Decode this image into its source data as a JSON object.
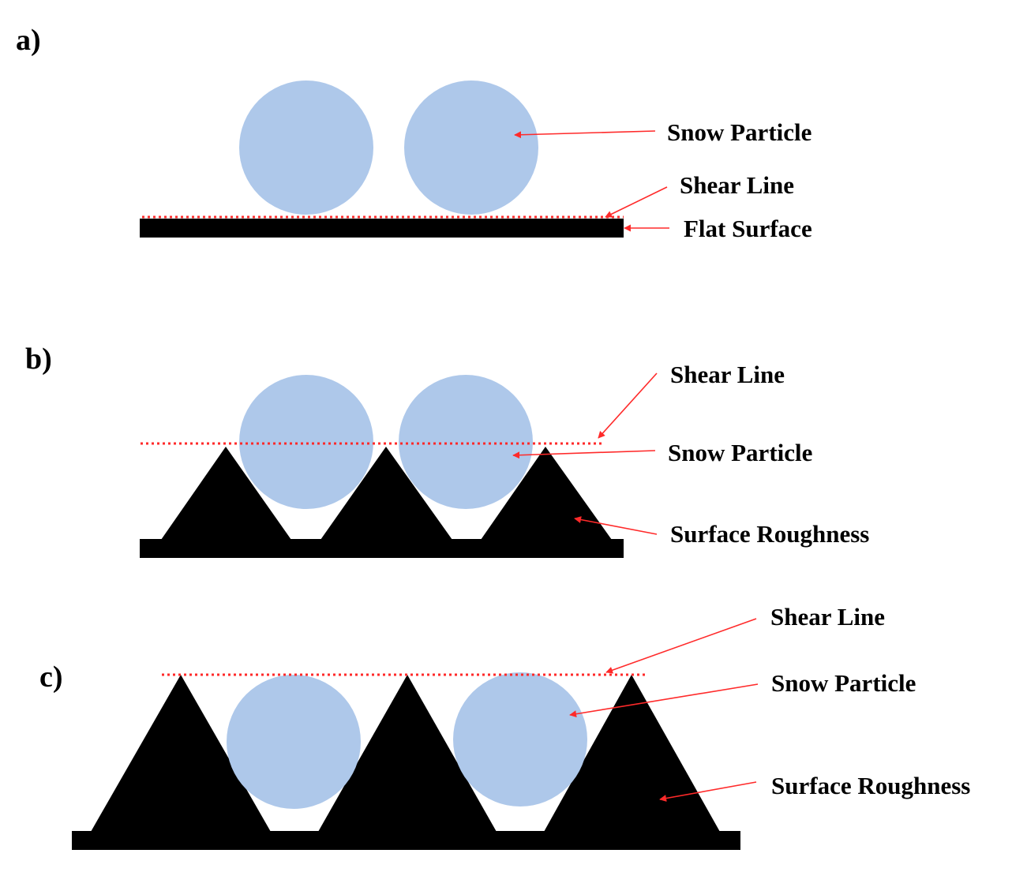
{
  "colors": {
    "particle": "#aec8ea",
    "surface": "#000000",
    "annotation": "#ff2a2a",
    "background": "#ffffff"
  },
  "panels": [
    {
      "id": "a",
      "label": "a)",
      "callouts": {
        "particle": "Snow Particle",
        "shear": "Shear Line",
        "surface": "Flat Surface"
      }
    },
    {
      "id": "b",
      "label": "b)",
      "callouts": {
        "shear": "Shear Line",
        "particle": "Snow Particle",
        "roughness": "Surface Roughness"
      }
    },
    {
      "id": "c",
      "label": "c)",
      "callouts": {
        "shear": "Shear Line",
        "particle": "Snow Particle",
        "roughness": "Surface Roughness"
      }
    }
  ]
}
